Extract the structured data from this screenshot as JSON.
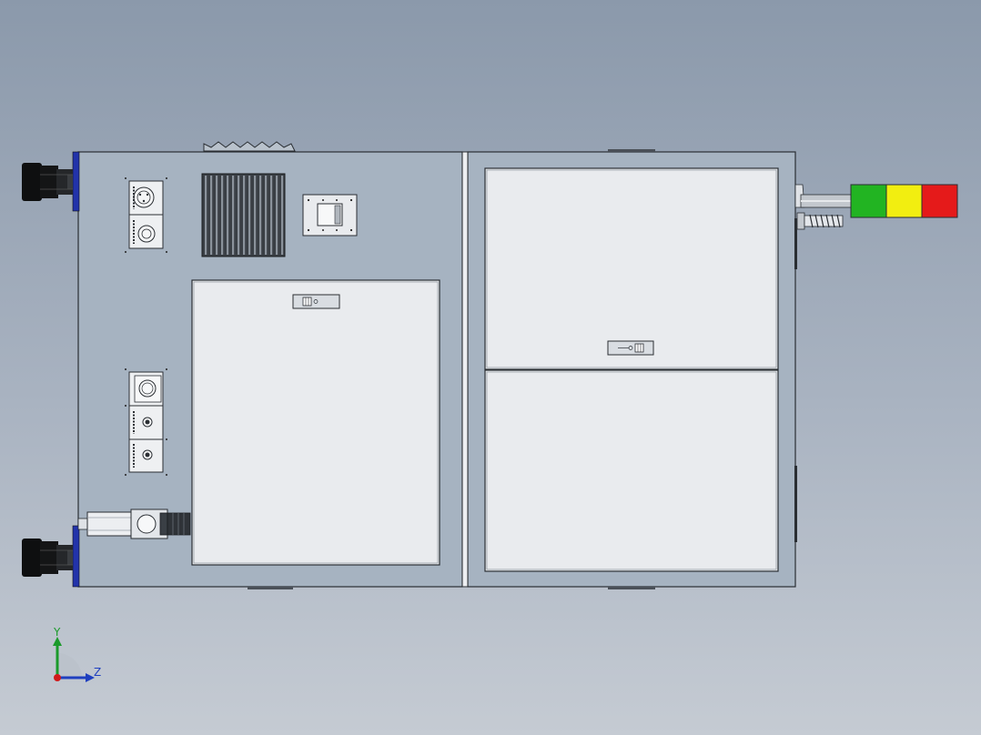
{
  "view": {
    "background_top": "#8b99ab",
    "background_bottom": "#c5cbd3"
  },
  "machine": {
    "body_color": "#a6b3c1",
    "panel_color": "#e9ebee",
    "edge_color": "#2a2e33",
    "mount_color": "#2233aa"
  },
  "signal_tower": {
    "segments": [
      {
        "name": "green",
        "color": "#22b422"
      },
      {
        "name": "yellow",
        "color": "#f2ee10"
      },
      {
        "name": "red",
        "color": "#e51a1a"
      }
    ]
  },
  "triad": {
    "y_label": "Y",
    "z_label": "Z",
    "y_color": "#1a9a2a",
    "z_color": "#1f3fbf",
    "origin_color": "#d01a1a"
  }
}
